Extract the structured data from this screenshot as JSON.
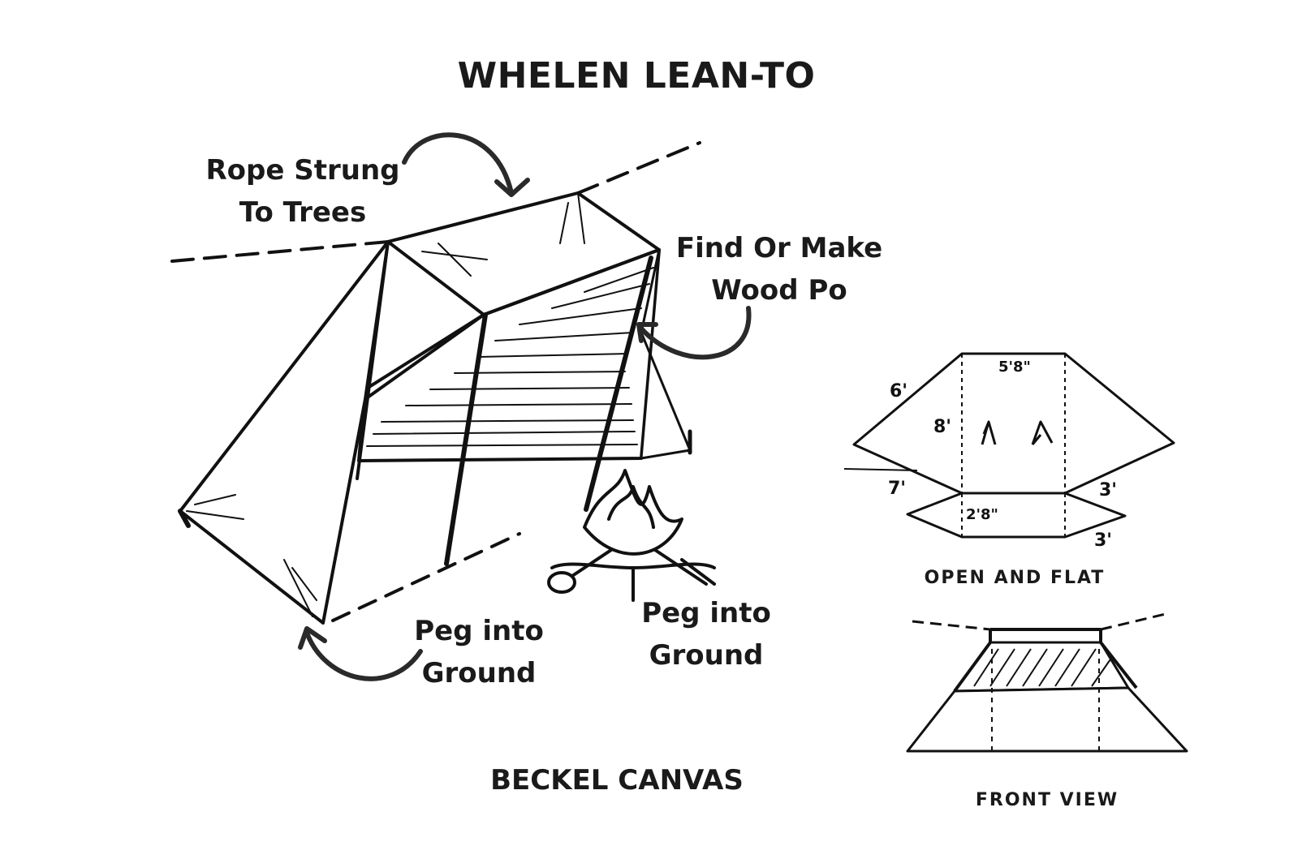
{
  "title": "WHELEN LEAN-TO",
  "callouts": {
    "rope": [
      "Rope Strung",
      "To Trees"
    ],
    "pole": [
      "Find Or Make",
      "Wood Po"
    ],
    "peg_left": [
      "Peg into",
      "Ground"
    ],
    "peg_right": [
      "Peg into",
      "Ground"
    ]
  },
  "caption": "BECKEL CANVAS",
  "open_flat": {
    "label": "OPEN AND FLAT",
    "dims": {
      "top": "5'8\"",
      "side_diag": "6'",
      "height": "8'",
      "left_low": "7'",
      "right_low": "3'",
      "bottom_mid": "2'8\"",
      "bottom_right": "3'"
    }
  },
  "front_view": {
    "label": "FRONT VIEW"
  },
  "colors": {
    "ink": "#111111",
    "arrow": "#2a2a2a",
    "background": "#ffffff"
  }
}
